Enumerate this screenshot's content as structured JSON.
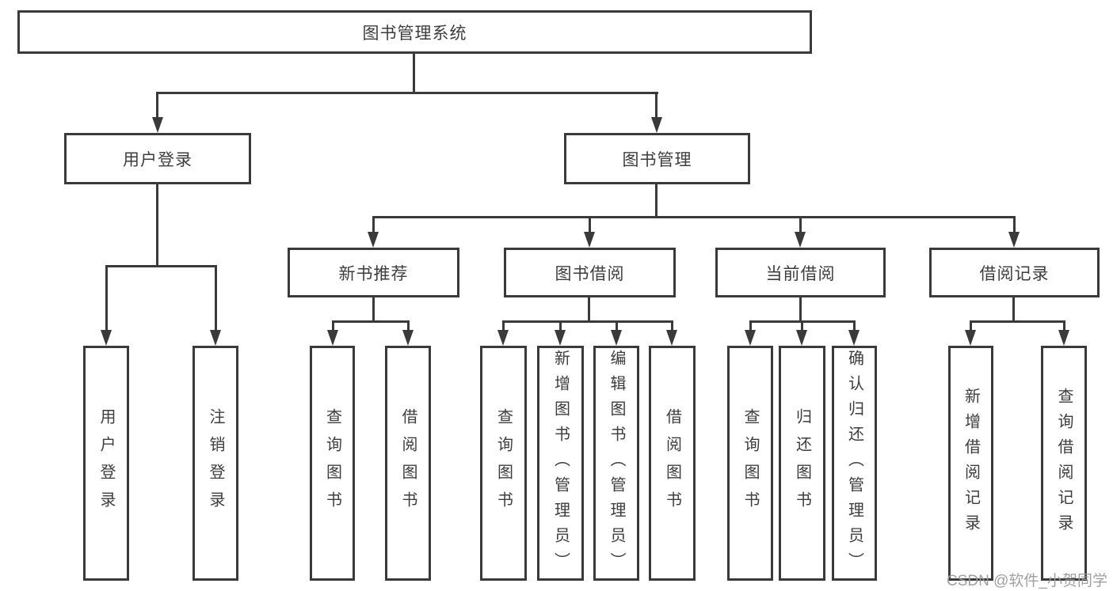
{
  "diagram_type": "hierarchy-tree",
  "colors": {
    "line": "#3a3a3a",
    "text": "#3d3d3d",
    "box_background": "#ffffff",
    "watermark": "#9b9b9b"
  },
  "tree": {
    "label": "图书管理系统",
    "children": [
      {
        "label": "用户登录",
        "children": [
          {
            "label": "用户登录"
          },
          {
            "label": "注销登录"
          }
        ]
      },
      {
        "label": "图书管理",
        "children": [
          {
            "label": "新书推荐",
            "children": [
              {
                "label": "查询图书"
              },
              {
                "label": "借阅图书"
              }
            ]
          },
          {
            "label": "图书借阅",
            "children": [
              {
                "label": "查询图书"
              },
              {
                "label": "新增图书（管理员）"
              },
              {
                "label": "编辑图书（管理员）"
              },
              {
                "label": "借阅图书"
              }
            ]
          },
          {
            "label": "当前借阅",
            "children": [
              {
                "label": "查询图书"
              },
              {
                "label": "归还图书"
              },
              {
                "label": "确认归还（管理员）"
              }
            ]
          },
          {
            "label": "借阅记录",
            "children": [
              {
                "label": "新增借阅记录"
              },
              {
                "label": "查询借阅记录"
              }
            ]
          }
        ]
      }
    ]
  },
  "watermark": {
    "text": "CSDN @软件_小贺同学"
  }
}
